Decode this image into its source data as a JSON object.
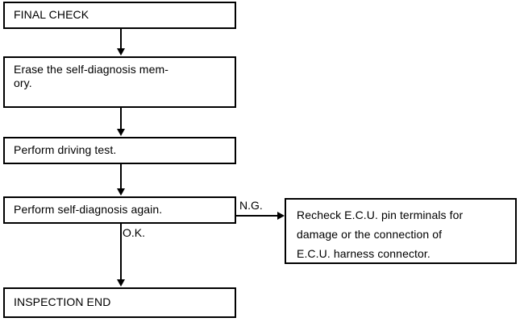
{
  "diagram": {
    "title": "FINAL CHECK",
    "type": "flowchart",
    "colors": {
      "background": "#ffffff",
      "stroke": "#000000",
      "text": "#000000"
    },
    "nodes": [
      {
        "id": "final-check",
        "text": "FINAL CHECK"
      },
      {
        "id": "erase-memory",
        "text": "Erase the self-diagnosis mem-\nory."
      },
      {
        "id": "driving-test",
        "text": "Perform driving test."
      },
      {
        "id": "self-diag",
        "text": "Perform self-diagnosis again."
      },
      {
        "id": "recheck-ecu",
        "text": "Recheck E.C.U. pin terminals for\ndamage or the connection of\nE.C.U. harness connector."
      },
      {
        "id": "inspect-end",
        "text": "INSPECTION END"
      }
    ],
    "edges": [
      {
        "id": "e1",
        "from": "final-check",
        "to": "erase-memory",
        "label": ""
      },
      {
        "id": "e2",
        "from": "erase-memory",
        "to": "driving-test",
        "label": ""
      },
      {
        "id": "e3",
        "from": "driving-test",
        "to": "self-diag",
        "label": ""
      },
      {
        "id": "e4",
        "from": "self-diag",
        "to": "inspect-end",
        "label": "O.K."
      },
      {
        "id": "e5",
        "from": "self-diag",
        "to": "recheck-ecu",
        "label": "N.G."
      }
    ],
    "labels": {
      "ng": "N.G.",
      "ok": "O.K."
    }
  }
}
